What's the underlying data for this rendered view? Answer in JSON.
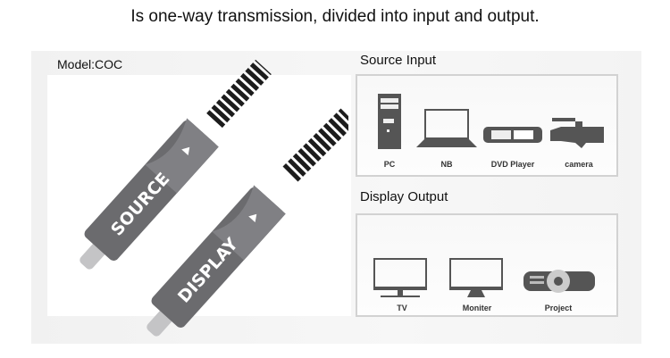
{
  "title": "Is one-way transmission, divided into input and output.",
  "model": "Model:COC",
  "cable": {
    "source_label": "SOURCE",
    "display_label": "DISPLAY"
  },
  "source_input": {
    "heading": "Source Input",
    "devices": [
      {
        "label": "PC",
        "icon": "pc-tower-icon"
      },
      {
        "label": "NB",
        "icon": "laptop-icon"
      },
      {
        "label": "DVD Player",
        "icon": "dvd-player-icon"
      },
      {
        "label": "camera",
        "icon": "video-camera-icon"
      }
    ]
  },
  "display_output": {
    "heading": "Display Output",
    "devices": [
      {
        "label": "TV",
        "icon": "tv-icon"
      },
      {
        "label": "Moniter",
        "icon": "monitor-icon"
      },
      {
        "label": "Project",
        "icon": "projector-icon"
      }
    ]
  },
  "colors": {
    "icon": "#555555",
    "connector": "#6b6b6e",
    "cable": "#1c1c1c"
  }
}
